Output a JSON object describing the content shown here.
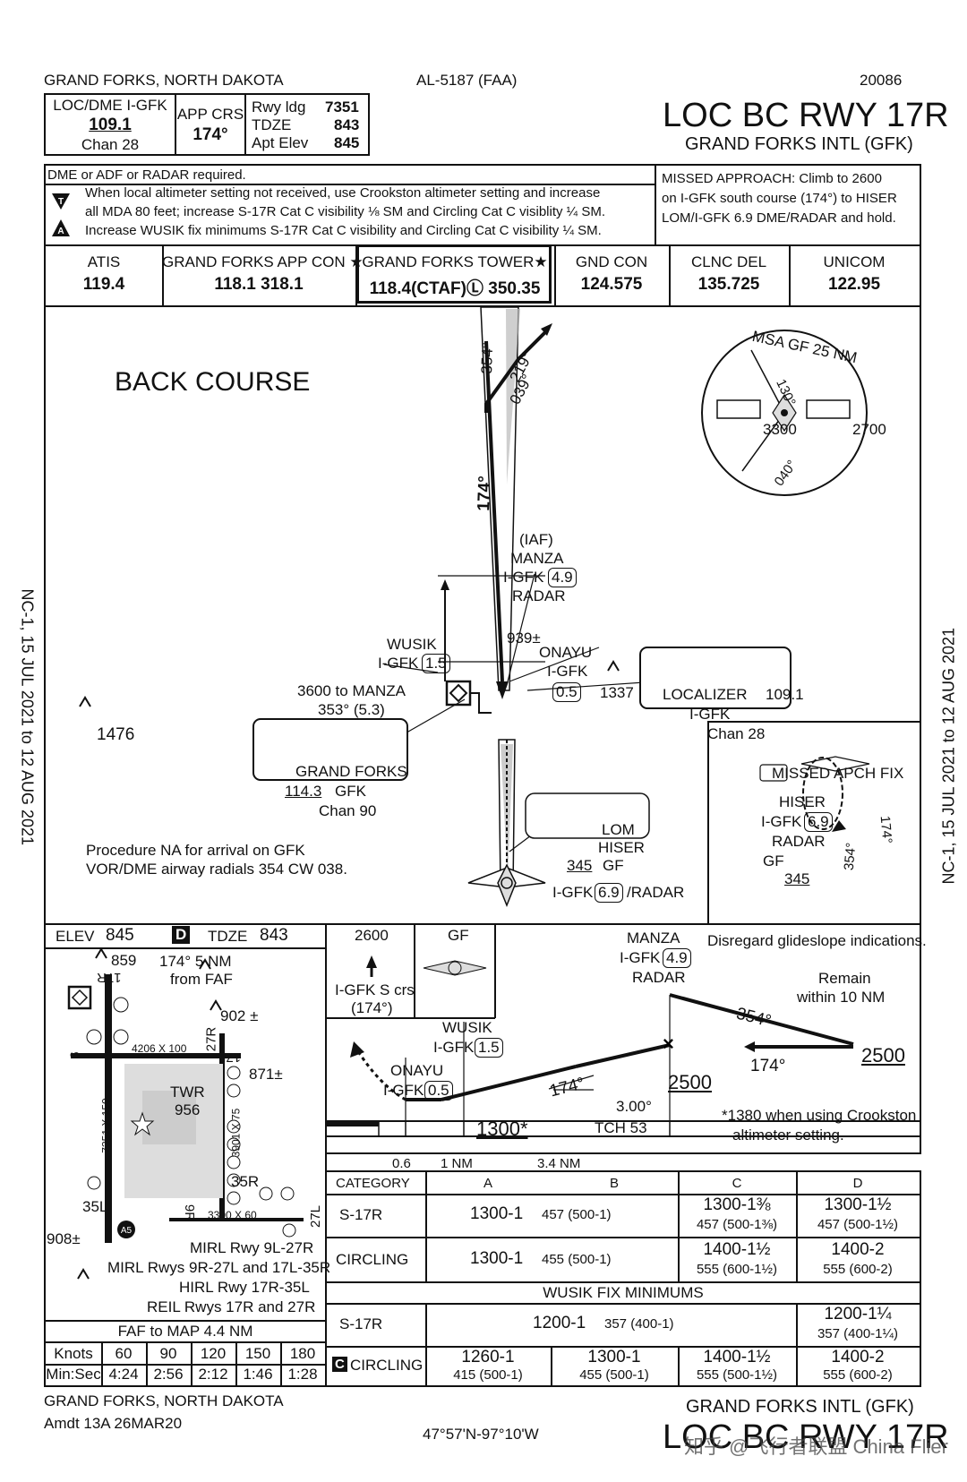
{
  "header": {
    "location": "GRAND FORKS, NORTH DAKOTA",
    "chart_id": "AL-5187 (FAA)",
    "serial": "20086",
    "approach_title": "LOC BC RWY 17R",
    "airport": "GRAND FORKS INTL (GFK)"
  },
  "briefing": {
    "loc_label": "LOC/DME I-GFK",
    "loc_freq": "109.1",
    "loc_chan": "Chan 28",
    "app_crs_label": "APP CRS",
    "app_crs": "174°",
    "rwy_ldg_label": "Rwy ldg",
    "rwy_ldg": "7351",
    "tdze_label": "TDZE",
    "tdze": "843",
    "apt_elev_label": "Apt Elev",
    "apt_elev": "845",
    "dme_note": "DME or ADF or RADAR required.",
    "note1": "When local altimeter setting not received, use Crookston altimeter setting and increase",
    "note2": "all MDA 80 feet; increase S-17R Cat C visibility ⅛ SM and Circling Cat C visiblity ¼ SM.",
    "note3": "Increase WUSIK fix minimums S-17R Cat C visibility and Circling Cat C visibility ¼ SM.",
    "missed_approach": [
      "MISSED APPROACH: Climb to 2600",
      "on I-GFK south course (174°) to HISER",
      "LOM/I-GFK 6.9 DME/RADAR and hold."
    ]
  },
  "comms": [
    {
      "label": "ATIS",
      "freq": "119.4"
    },
    {
      "label": "GRAND FORKS APP CON ★",
      "freq": "118.1  318.1"
    },
    {
      "label": "GRAND FORKS TOWER★",
      "freq": "118.4(CTAF)Ⓛ 350.35"
    },
    {
      "label": "GND CON",
      "freq": "124.575"
    },
    {
      "label": "CLNC DEL",
      "freq": "135.725"
    },
    {
      "label": "UNICOM",
      "freq": "122.95"
    }
  ],
  "planview": {
    "back_course": "BACK COURSE",
    "msa": "MSA GF 25 NM",
    "msa_130": "130°",
    "msa_040": "040°",
    "msa_3300": "3300",
    "msa_2700": "2700",
    "crs_354": "354°",
    "crs_219": "219°",
    "crs_039": "039°",
    "crs_174": "174°",
    "iaf": "(IAF)",
    "manza": "MANZA",
    "igfk": "I-GFK",
    "manza_dme": "4.9",
    "radar": "RADAR",
    "wusik": "WUSIK",
    "wusik_dme": "1.5",
    "obst_939": "939±",
    "onayu": "ONAYU",
    "onayu_dme": "0.5",
    "obst_1337": "1337",
    "to_manza": "3600 to MANZA",
    "to_manza_crs": "353° (5.3)",
    "obst_1476": "1476",
    "loc_box_title": "LOCALIZER",
    "loc_box_freq": "109.1",
    "loc_box_id": "I-GFK",
    "loc_box_chan": "Chan 28",
    "vor_name": "GRAND FORKS",
    "vor_freq": "114.3",
    "vor_id": "GFK",
    "vor_chan": "Chan 90",
    "na_note1": "Procedure NA for arrival on GFK",
    "na_note2": "VOR/DME airway radials 354 CW 038.",
    "lom": "LOM",
    "hiser": "HISER",
    "lom_freq": "345",
    "lom_id": "GF",
    "hiser_dme": "6.9",
    "hiser_radar": "/RADAR",
    "mapch_title": "MISSED APCH FIX",
    "mapch_hiser": "HISER",
    "mapch_id": "I-GFK",
    "mapch_dme": "6.9",
    "mapch_radar": "RADAR",
    "mapch_gf": "GF",
    "mapch_345": "345",
    "mapch_354": "354°",
    "mapch_174": "174°"
  },
  "sidebar": {
    "left": "NC-1, 15 JUL 2021 to 12 AUG 2021",
    "right": "NC-1, 15 JUL 2021 to 12 AUG 2021"
  },
  "airport_diagram": {
    "elev_label": "ELEV",
    "elev": "845",
    "d_label": "D",
    "tdze_label": "TDZE",
    "tdze": "843",
    "faf_note1": "174° 5 NM",
    "faf_note2": "from FAF",
    "obst_859": "859",
    "rwy_17r": "17R",
    "obst_902": "902 ±",
    "rwy_9": "9",
    "rwy_dim_1": "4206 X 100",
    "rwy_27r": "27R",
    "rwy_17l": "17L",
    "obst_871": "871±",
    "twr": "TWR",
    "twr_elev": "956",
    "rwy_dim_2": "7351 X 150",
    "rwy_dim_3": "3901 X 75",
    "rwy_35r": "35R",
    "rwy_35l": "35L",
    "rwy_9r": "9R",
    "rwy_dim_4": "3300 X 60",
    "rwy_27l": "27L",
    "obst_908": "908±",
    "a5": "A5",
    "light1": "MIRL Rwy 9L-27R",
    "light2": "MIRL Rwys 9R-27L and 17L-35R",
    "light3": "HIRL Rwy 17R-35L",
    "light4": "REIL Rwys 17R and 27R"
  },
  "profile": {
    "alt_2600": "2600",
    "gf": "GF",
    "s_crs1": "I-GFK S crs",
    "s_crs2": "(174°)",
    "manza": "MANZA",
    "manza_id": "I-GFK",
    "manza_dme": "4.9",
    "radar": "RADAR",
    "disregard": "Disregard glideslope indications.",
    "remain1": "Remain",
    "remain2": "within 10 NM",
    "crs_354": "354°",
    "crs_174a": "174°",
    "alt_2500a": "2500",
    "alt_2500b": "2500",
    "wusik": "WUSIK",
    "wusik_id": "I-GFK",
    "wusik_dme": "1.5",
    "onayu": "ONAYU",
    "onayu_id": "I-GFK",
    "onayu_dme": "0.5",
    "crs_174b": "174°",
    "mda": "1300*",
    "gpa": "3.00°",
    "tch": "TCH 53",
    "crookston1": "*1380 when using Crookston",
    "crookston2": "altimeter setting.",
    "dist1": "0.6",
    "dist2": "1 NM",
    "dist3": "3.4 NM"
  },
  "minimums": {
    "headers": [
      "CATEGORY",
      "A",
      "B",
      "C",
      "D"
    ],
    "s17r": {
      "label": "S-17R",
      "ab": "1300-1",
      "ab_haa": "457 (500-1)",
      "c": "1300-1⅜",
      "c_haa": "457 (500-1⅜)",
      "d": "1300-1½",
      "d_haa": "457 (500-1½)"
    },
    "circling": {
      "label": "CIRCLING",
      "ab": "1300-1",
      "ab_haa": "455 (500-1)",
      "c": "1400-1½",
      "c_haa": "555 (600-1½)",
      "d": "1400-2",
      "d_haa": "555 (600-2)"
    },
    "wusik_title": "WUSIK FIX MINIMUMS",
    "w_s17r": {
      "label": "S-17R",
      "abc": "1200-1",
      "abc_haa": "357 (400-1)",
      "d": "1200-1¼",
      "d_haa": "357 (400-1¼)"
    },
    "w_circ": {
      "label": "CIRCLING",
      "a": "1260-1",
      "a_haa": "415 (500-1)",
      "b": "1300-1",
      "b_haa": "455 (500-1)",
      "c": "1400-1½",
      "c_haa": "555 (500-1½)",
      "d": "1400-2",
      "d_haa": "555 (600-2)"
    }
  },
  "faf_table": {
    "title": "FAF to MAP  4.4 NM",
    "knots_label": "Knots",
    "knots": [
      "60",
      "90",
      "120",
      "150",
      "180"
    ],
    "time_label": "Min:Sec",
    "times": [
      "4:24",
      "2:56",
      "2:12",
      "1:46",
      "1:28"
    ]
  },
  "footer": {
    "location": "GRAND FORKS, NORTH DAKOTA",
    "amdt": "Amdt 13A  26MAR20",
    "coords": "47°57'N-97°10'W",
    "airport": "GRAND FORKS INTL (GFK)",
    "title": "LOC BC RWY 17R",
    "watermark": "知乎 @飞行者联盟 China Flier"
  }
}
